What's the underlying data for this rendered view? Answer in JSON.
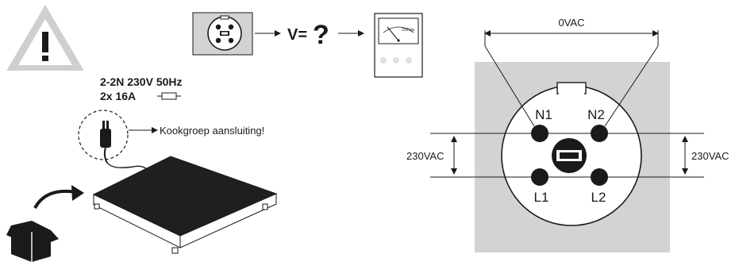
{
  "left_panel": {
    "supply_spec": "2-2N 230V 50Hz",
    "fuse_spec": "2x 16A",
    "connection_note": "Kookgroep aansluiting!",
    "icons": [
      "warning-triangle-icon",
      "fuse-icon",
      "power-plug-icon",
      "induction-hob",
      "unboxing-icon"
    ]
  },
  "measurement": {
    "question_label": "V=",
    "question_mark": "?",
    "meter_scale_label": "230Vac"
  },
  "socket_diagram": {
    "top_voltage": "0VAC",
    "left_voltage": "230VAC",
    "right_voltage": "230VAC",
    "terminals": [
      "N1",
      "N2",
      "L1",
      "L2"
    ]
  },
  "colors": {
    "panel_gray": "#d3d3d3",
    "ink": "#1a1a1a",
    "hob_surface": "#1f1f1f"
  }
}
